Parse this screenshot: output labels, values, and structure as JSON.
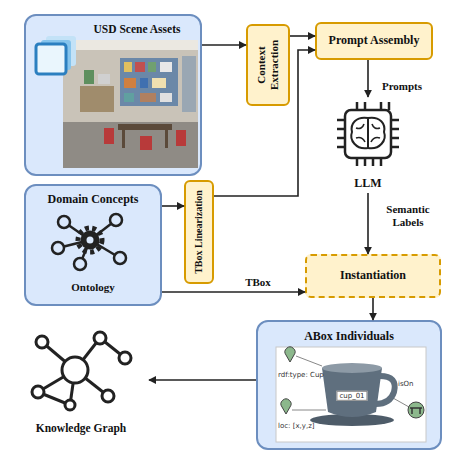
{
  "diagram": {
    "nodes": [
      {
        "text": [
          "USD Scene Assets"
        ]
      },
      {
        "text": [
          "Context Extraction"
        ]
      },
      {
        "text": [
          "Prompt Assembly"
        ]
      },
      {
        "text": [
          "LLM"
        ]
      },
      {
        "text": [
          "Domain Concepts",
          "Ontology"
        ]
      },
      {
        "text": [
          "TBox Linearization"
        ]
      },
      {
        "text": [
          "Instantiation"
        ]
      },
      {
        "text": [
          "ABox Individuals"
        ]
      },
      {
        "text": [
          "Knowledge Graph"
        ]
      }
    ],
    "edges": [
      {
        "from": 0,
        "to": 1,
        "arrow": "to"
      },
      {
        "from": 1,
        "to": 2,
        "arrow": "to"
      },
      {
        "from": 2,
        "to": 3,
        "label": "Prompts",
        "arrow": "to"
      },
      {
        "from": 5,
        "to": 2,
        "arrow": "to"
      },
      {
        "from": 4,
        "to": 5,
        "arrow": "to"
      },
      {
        "from": 4,
        "to": 6,
        "label": "TBox",
        "arrow": "to"
      },
      {
        "from": 3,
        "to": 6,
        "label": "Semantic Labels",
        "arrow": "to"
      },
      {
        "from": 6,
        "to": 7,
        "arrow": "to"
      },
      {
        "from": 7,
        "to": 8,
        "arrow": "to"
      }
    ],
    "labels": [
      "rdf:type: Cup",
      "loc: [x,y,z]",
      "cup_01",
      "isOn"
    ]
  }
}
